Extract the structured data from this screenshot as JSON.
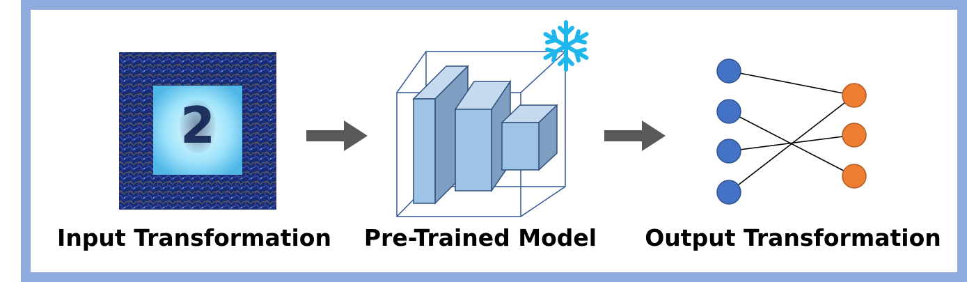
{
  "stages": [
    {
      "label": "Input Transformation",
      "figure": "adversarial-reprogramming-image",
      "digit": "2"
    },
    {
      "label": "Pre-Trained Model",
      "figure": "frozen-network-cube",
      "badge_icon": "snowflake-icon"
    },
    {
      "label": "Output Transformation",
      "figure": "label-mapping-graph"
    }
  ],
  "colors": {
    "frame": "#8faadc",
    "arrow": "#595959",
    "layer_fill": "#9dc3e6",
    "layer_side": "#7f9fc2",
    "cube_stroke": "#2f5597",
    "input_node": "#4472c4",
    "output_node": "#ed7d31",
    "snowflake": "#00b0f0"
  },
  "mapping": {
    "input_nodes": 4,
    "output_nodes": 3,
    "edges": [
      [
        0,
        0
      ],
      [
        1,
        2
      ],
      [
        2,
        1
      ],
      [
        3,
        0
      ]
    ]
  }
}
